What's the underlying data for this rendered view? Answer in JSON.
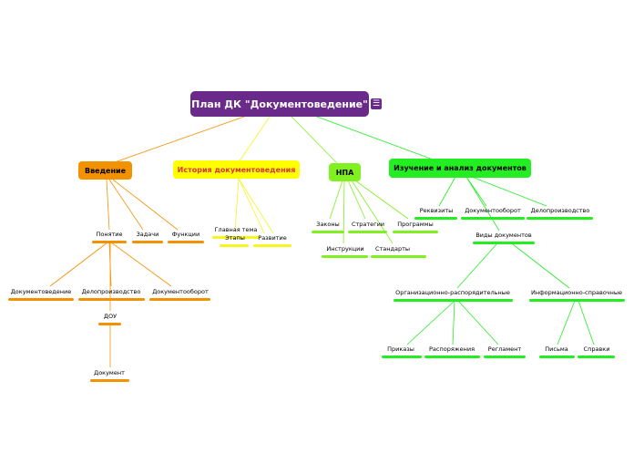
{
  "root": {
    "label": "План ДК \"Документоведение\""
  },
  "branches": {
    "intro": {
      "label": "Введение",
      "color": "#f39200",
      "children": {
        "concept": "Понятие",
        "tasks": "Задачи",
        "functions": "Функции",
        "docstudy": "Документоведение",
        "recordkeeping": "Делопроизводство",
        "docflow": "Документооборот",
        "dou": "ДОУ",
        "document": "Документ"
      }
    },
    "history": {
      "label": "История документоведения",
      "color": "#ffff00",
      "text_color": "#e0303a",
      "children": {
        "main_theme": "Главная тема",
        "stages": "Этапы",
        "development": "Развитие"
      }
    },
    "npa": {
      "label": "НПА",
      "color": "#80f020",
      "children": {
        "laws": "Законы",
        "strategies": "Стратегии",
        "programs": "Программы",
        "instructions": "Инструкции",
        "standards": "Стандарты"
      }
    },
    "study": {
      "label": "Изучение и анализ документов",
      "color": "#22ee22",
      "children": {
        "requisites": "Реквизиты",
        "docflow": "Документооборот",
        "recordkeeping": "Делопроизводство",
        "doc_types": "Виды документов",
        "org_admin": "Организационно-распорядительные",
        "info_ref": "Информационно-справочные",
        "orders": "Приказы",
        "directives": "Распоряжения",
        "regulation": "Регламент",
        "letters": "Письма",
        "certificates": "Справки"
      }
    }
  }
}
